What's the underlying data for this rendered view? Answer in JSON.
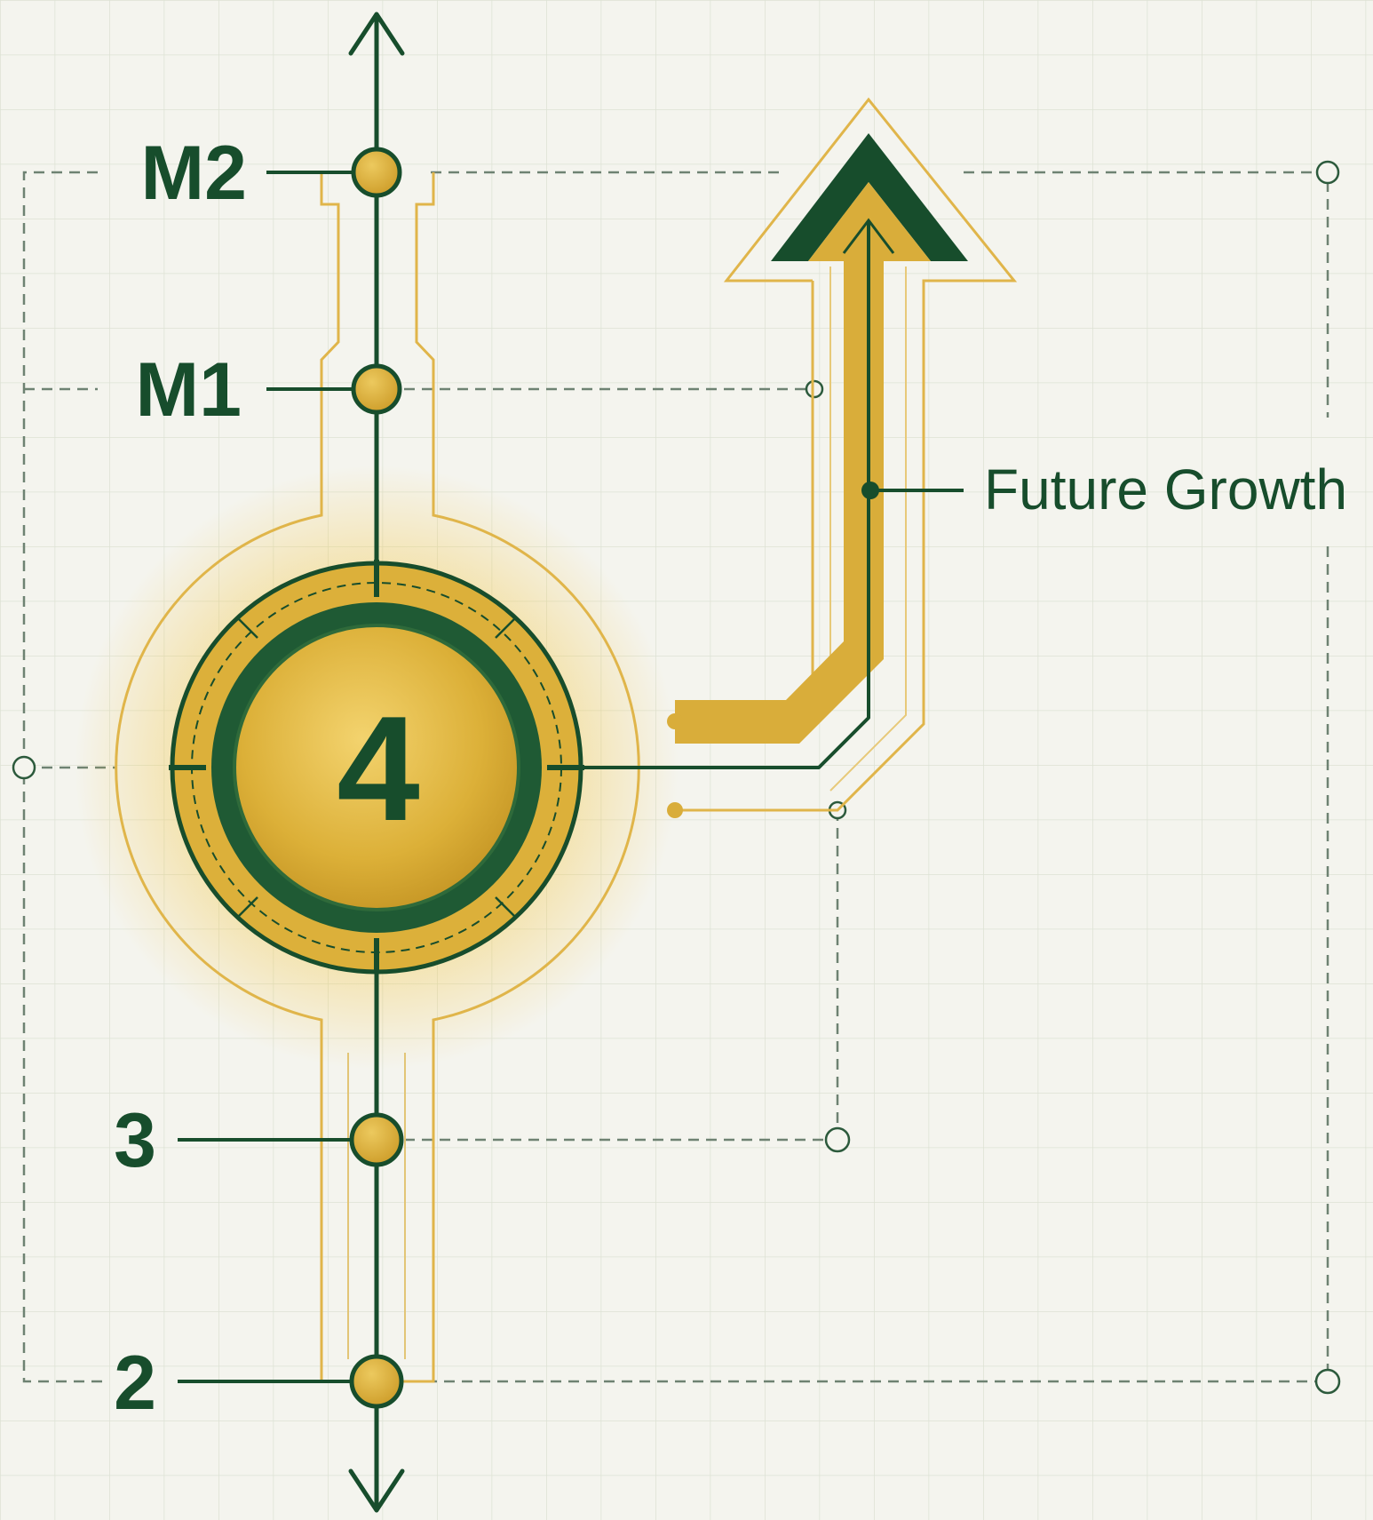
{
  "diagram": {
    "levels": {
      "m2": "M2",
      "m1": "M1",
      "three": "3",
      "two": "2"
    },
    "center": {
      "value": "4"
    },
    "arrow": {
      "label": "Future Growth"
    }
  },
  "colors": {
    "background": "#f4f4ee",
    "grid": "#dfe3d6",
    "green": "#174d2c",
    "gold": "#d9ad3a",
    "gold_light": "#efd27a",
    "outline": "#e2b84e",
    "dash": "#6e8272"
  }
}
